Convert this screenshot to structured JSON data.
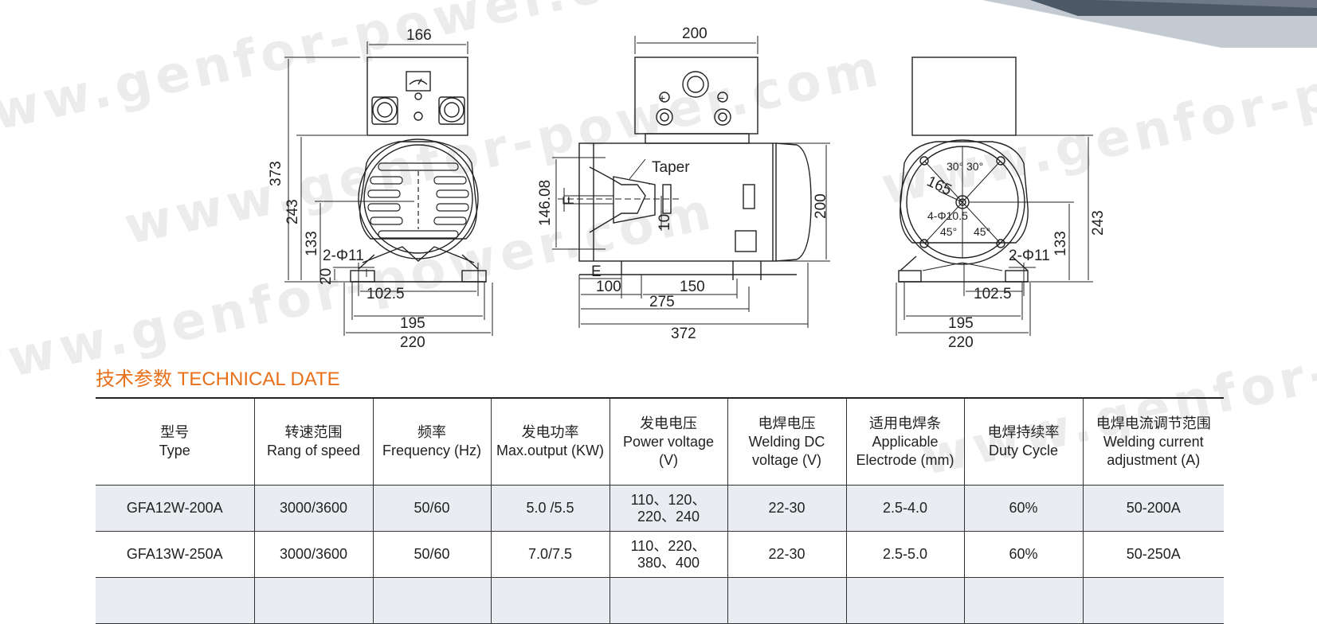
{
  "watermark": "www.genfor-power.com",
  "section_title": "技术参数 TECHNICAL DATE",
  "drawing": {
    "front": {
      "dim_166": "166",
      "dim_373": "373",
      "dim_243": "243",
      "dim_133": "133",
      "dim_20": "20",
      "dim_hole": "2-Φ11",
      "dim_102_5": "102.5",
      "dim_195": "195",
      "dim_220": "220"
    },
    "side": {
      "dim_200_top": "200",
      "taper_label": "Taper",
      "dim_146_08": "146.08",
      "dim_f": "F",
      "dim_10": "10",
      "dim_200_right": "200",
      "dim_e": "E",
      "dim_100": "100",
      "dim_150": "150",
      "dim_275": "275",
      "dim_372": "372",
      "plus": "+",
      "minus": "−"
    },
    "rear": {
      "ang_30a": "30°",
      "ang_30b": "30°",
      "dim_165": "165",
      "dim_bolts": "4-Φ10.5",
      "ang_45a": "45°",
      "ang_45b": "45°",
      "dim_243": "243",
      "dim_133": "133",
      "dim_hole": "2-Φ11",
      "dim_102_5": "102.5",
      "dim_195": "195",
      "dim_220": "220"
    }
  },
  "table": {
    "headers": [
      {
        "cn": "型号",
        "en": "Type"
      },
      {
        "cn": "转速范围",
        "en": "Rang of speed"
      },
      {
        "cn": "频率",
        "en": "Frequency (Hz)"
      },
      {
        "cn": "发电功率",
        "en": "Max.output (KW)"
      },
      {
        "cn": "发电电压",
        "en": "Power voltage (V)"
      },
      {
        "cn": "电焊电压",
        "en": "Welding DC voltage (V)"
      },
      {
        "cn": "适用电焊条",
        "en": "Applicable Electrode (mm)"
      },
      {
        "cn": "电焊持续率",
        "en": "Duty Cycle"
      },
      {
        "cn": "电焊电流调节范围",
        "en": "Welding current adjustment (A)"
      }
    ],
    "rows": [
      [
        "GFA12W-200A",
        "3000/3600",
        "50/60",
        "5.0 /5.5",
        "110、120、220、240",
        "22-30",
        "2.5-4.0",
        "60%",
        "50-200A"
      ],
      [
        "GFA13W-250A",
        "3000/3600",
        "50/60",
        "7.0/7.5",
        "110、220、380、400",
        "22-30",
        "2.5-5.0",
        "60%",
        "50-250A"
      ]
    ]
  },
  "colors": {
    "accent": "#e8701a",
    "corner_dark": "#4c5866",
    "corner_light": "#c3cad2",
    "row_shade": "#e9edf2"
  }
}
